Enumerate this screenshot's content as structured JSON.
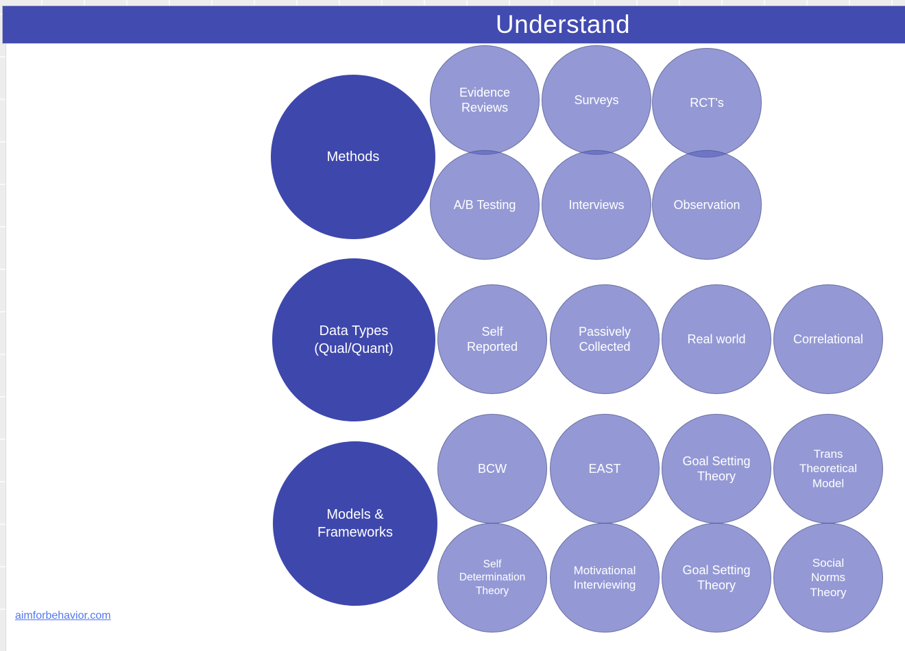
{
  "banner": {
    "title": "Understand"
  },
  "footer": {
    "link_label": "aimforbehavior.com"
  },
  "colors": {
    "banner_bg": "#424BAF",
    "parent_circle": "#3E47AB",
    "child_circle_base": "#5A62BE",
    "child_circle_opacity": "0.65",
    "text": "#FFFFFF",
    "link": "#5277EE",
    "canvas_bg": "#FFFFFF",
    "page_bg": "#EDEDED"
  },
  "groups": [
    {
      "label": "Methods",
      "children": [
        {
          "label": "Evidence Reviews"
        },
        {
          "label": "Surveys"
        },
        {
          "label": "RCT's"
        },
        {
          "label": "A/B Testing"
        },
        {
          "label": "Interviews"
        },
        {
          "label": "Observation"
        }
      ]
    },
    {
      "label": "Data Types (Qual/Quant)",
      "children": [
        {
          "label": "Self Reported"
        },
        {
          "label": "Passively Collected"
        },
        {
          "label": "Real world"
        },
        {
          "label": "Correlational"
        }
      ]
    },
    {
      "label": "Models & Frameworks",
      "children": [
        {
          "label": "BCW"
        },
        {
          "label": "EAST"
        },
        {
          "label": "Goal Setting Theory"
        },
        {
          "label": "Trans Theoretical Model"
        },
        {
          "label": "Self Determination Theory"
        },
        {
          "label": "Motivational Interviewing"
        },
        {
          "label": "Goal Setting Theory"
        },
        {
          "label": "Social Norms Theory"
        }
      ]
    }
  ]
}
